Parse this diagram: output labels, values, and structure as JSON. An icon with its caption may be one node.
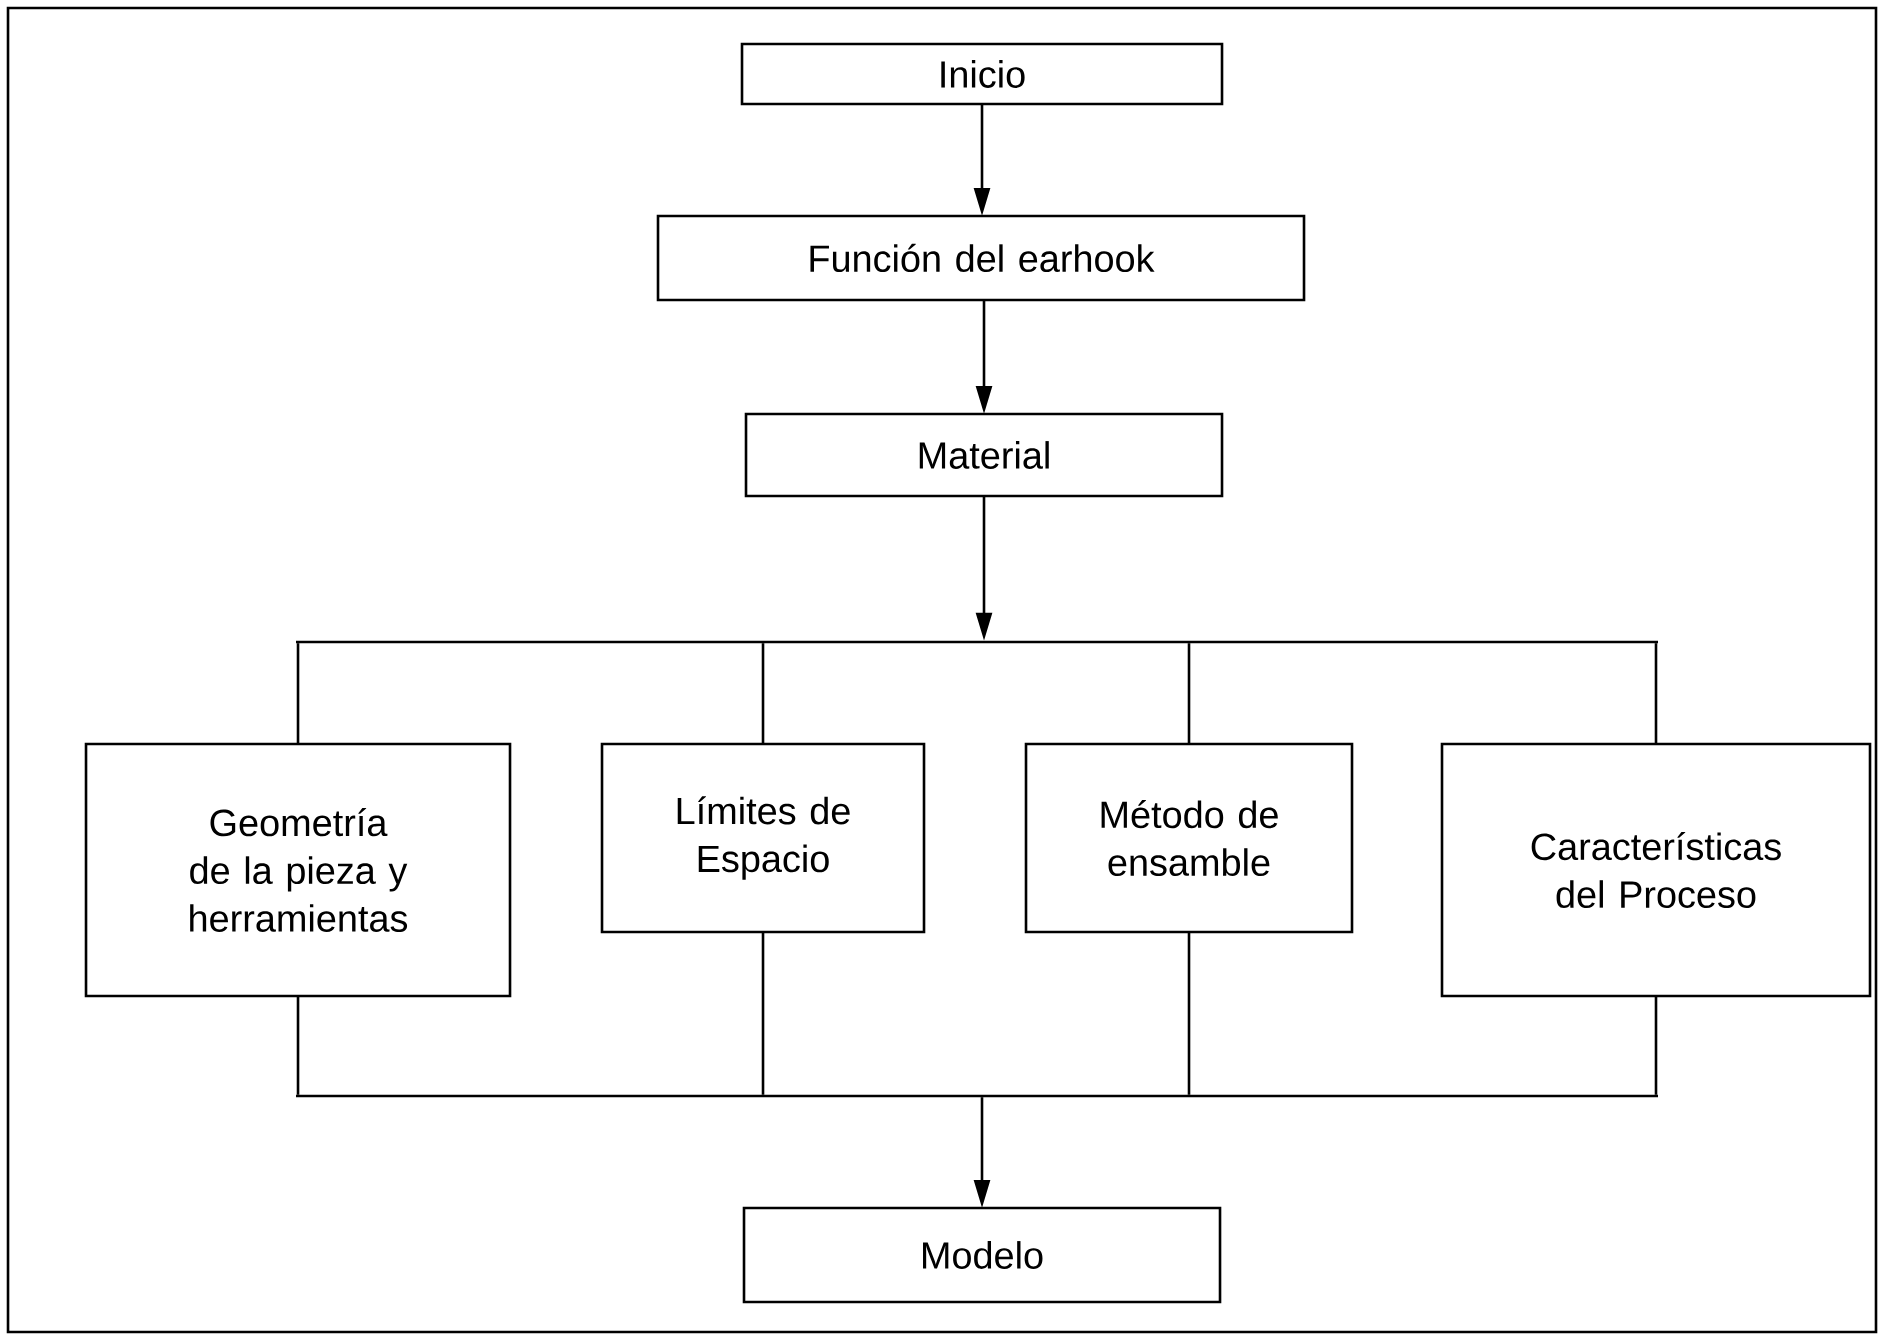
{
  "diagram": {
    "nodes": [
      {
        "text": [
          "Inicio"
        ]
      },
      {
        "text": [
          "Función del earhook"
        ]
      },
      {
        "text": [
          "Material"
        ]
      },
      {
        "text": [],
        "shape": "bar"
      },
      {
        "text": [
          "Geometría de la pieza y herramientas"
        ]
      },
      {
        "text": [
          "Límites de Espacio"
        ]
      },
      {
        "text": [
          "Método de ensamble"
        ]
      },
      {
        "text": [
          "Características del Proceso"
        ]
      },
      {
        "text": [],
        "shape": "bar"
      },
      {
        "text": [
          "Modelo"
        ]
      }
    ],
    "edges": [
      {
        "from": 0,
        "to": 1,
        "arrow": "to"
      },
      {
        "from": 1,
        "to": 2,
        "arrow": "to"
      },
      {
        "from": 2,
        "to": 3,
        "arrow": "to"
      },
      {
        "from": 3,
        "to": 4,
        "arrow": "none"
      },
      {
        "from": 3,
        "to": 5,
        "arrow": "none"
      },
      {
        "from": 3,
        "to": 6,
        "arrow": "none"
      },
      {
        "from": 3,
        "to": 7,
        "arrow": "none"
      },
      {
        "from": 4,
        "to": 8,
        "arrow": "none"
      },
      {
        "from": 5,
        "to": 8,
        "arrow": "none"
      },
      {
        "from": 6,
        "to": 8,
        "arrow": "none"
      },
      {
        "from": 7,
        "to": 8,
        "arrow": "none"
      },
      {
        "from": 8,
        "to": 9,
        "arrow": "to"
      }
    ]
  }
}
